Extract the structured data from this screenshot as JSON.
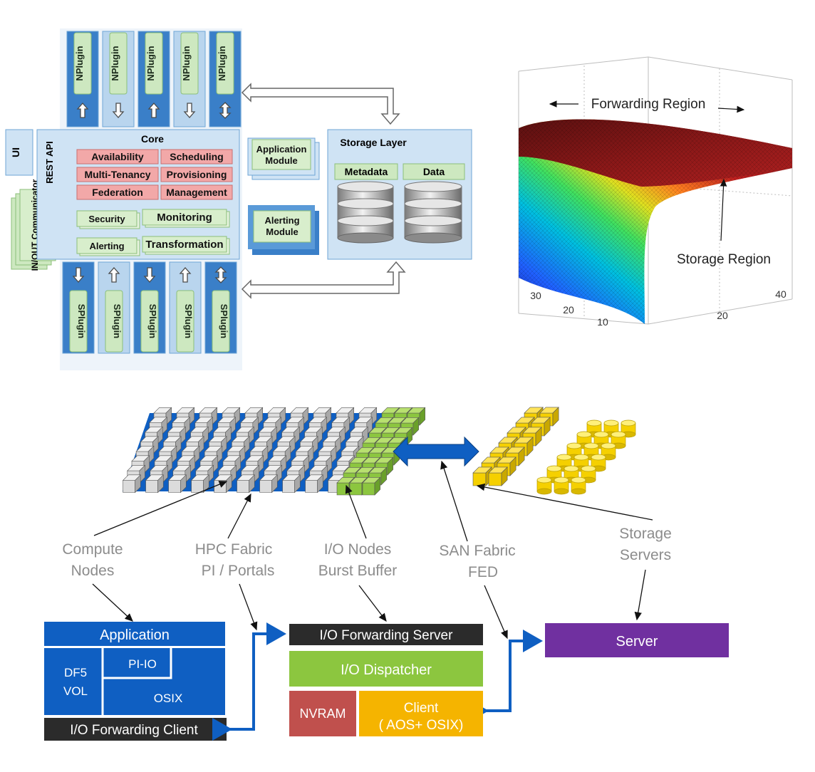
{
  "architecture": {
    "nplugin_label": "NPlugin",
    "splugin_label": "SPlugin",
    "nplugin_arrows": [
      "up",
      "down",
      "up",
      "down",
      "both"
    ],
    "splugin_arrows": [
      "down",
      "up",
      "down",
      "up",
      "both"
    ],
    "ui_label": "UI",
    "rest_api_label": "REST API",
    "inout_label": "IN/OUT Communicator",
    "core_title": "Core",
    "core_services": [
      "Availability",
      "Scheduling",
      "Multi-Tenancy",
      "Provisioning",
      "Federation",
      "Management"
    ],
    "core_modules": [
      "Security",
      "Monitoring",
      "Alerting",
      "Transformation"
    ],
    "application_module": "Application Module",
    "alerting_module": "Alerting Module",
    "storage_layer": {
      "title": "Storage Layer",
      "metadata_label": "Metadata",
      "data_label": "Data"
    },
    "colors": {
      "panel_blue": "#cfe3f4",
      "border_blue": "#6fa6d6",
      "plugin_green": "#cde8c0",
      "service_red": "#f2a8a8"
    }
  },
  "surface_plot": {
    "type": "surface",
    "annotations": {
      "forwarding_region": "Forwarding Region",
      "storage_region": "Storage Region"
    },
    "left_axis_ticks": [
      "30",
      "20",
      "10"
    ],
    "right_axis_ticks": [
      "40",
      "20"
    ],
    "colormap": "jet"
  },
  "hpc": {
    "labels": {
      "compute_nodes": "Compute Nodes",
      "hpc_fabric": "HPC Fabric PI / Portals",
      "io_nodes": "I/O Nodes Burst Buffer",
      "san_fabric": "SAN Fabric FED",
      "storage_servers": "Storage Servers"
    },
    "client_stack": {
      "application": "Application",
      "df5_vol": "DF5 VOL",
      "pi_io": "PI-IO",
      "osix": "OSIX",
      "io_forwarding_client": "I/O Forwarding Client"
    },
    "server_stack": {
      "io_forwarding_server": "I/O Forwarding Server",
      "io_dispatcher": "I/O Dispatcher",
      "nvram": "NVRAM",
      "client": "Client ( AOS+ OSIX)"
    },
    "server": "Server",
    "colors": {
      "compute_blue": "#0f5fc2",
      "io_green": "#8cc63f",
      "storage_yellow": "#f5d000",
      "server_purple": "#7030a0",
      "dark_bar": "#2b2b2b",
      "nvram_red": "#c0504d",
      "client_orange": "#f5b400",
      "label_gray": "#8c8c8c"
    }
  }
}
